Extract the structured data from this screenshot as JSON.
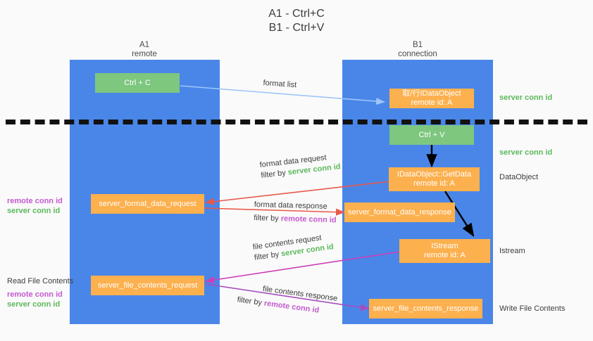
{
  "title": {
    "line1": "A1 - Ctrl+C",
    "line2": "B1 - Ctrl+V"
  },
  "columns": [
    {
      "name": "A1",
      "sub": "remote"
    },
    {
      "name": "B1",
      "sub": "connection"
    }
  ],
  "boxes": {
    "ctrl_c": {
      "line1": "Ctrl + C"
    },
    "ctrl_v": {
      "line1": "Ctrl + V"
    },
    "idataobject": {
      "line1": "取/行IDataObject",
      "line2": "remote id: A"
    },
    "getdata": {
      "line1": "IDataObject::GetData",
      "line2": "remote id: A"
    },
    "istream": {
      "line1": "IStream",
      "line2": "remote id: A"
    },
    "server_format_data_request": {
      "line1": "server_format_data_request"
    },
    "server_format_data_response": {
      "line1": "server_format_data_response"
    },
    "server_file_contents_request": {
      "line1": "server_file_contents_request"
    },
    "server_file_contents_response": {
      "line1": "server_file_contents_response"
    }
  },
  "right_labels": {
    "server_conn_id_top": "server conn id",
    "server_conn_id_mid": "server conn id",
    "dataobject": "DataObject",
    "istream": "Istream",
    "write_file_contents": "Write File Contents"
  },
  "left_labels": {
    "mid_remote": "remote conn id",
    "mid_server": "server conn id",
    "read_file_contents": "Read File Contents",
    "bottom_remote": "remote conn id",
    "bottom_server": "server conn id"
  },
  "edges": {
    "format_list": "format list",
    "format_data_request": "format data request",
    "format_data_request_filter_prefix": "filter by ",
    "format_data_request_filter_value": "server conn id",
    "format_data_response": "format data response",
    "format_data_response_filter_prefix": "filter by ",
    "format_data_response_filter_value": "remote conn id",
    "file_contents_request": "file contents request",
    "file_contents_request_filter_prefix": "filter by ",
    "file_contents_request_filter_value": "server conn id",
    "file_contents_response": "file contents response",
    "file_contents_response_filter_prefix": "filter by ",
    "file_contents_response_filter_value": "remote conn id"
  },
  "colors": {
    "lane": "#4a86e8",
    "green_box": "#7dc77f",
    "orange_box": "#fcb04e",
    "green_text": "#5cb85c",
    "purple_text": "#c45ad0",
    "light_blue_arrow": "#9fc5f8",
    "red_arrow": "#e8594c",
    "magenta_arrow": "#cc3fb8",
    "purple_arrow": "#a64dbf",
    "black_arrow": "#000000",
    "background": "#fafafa"
  }
}
